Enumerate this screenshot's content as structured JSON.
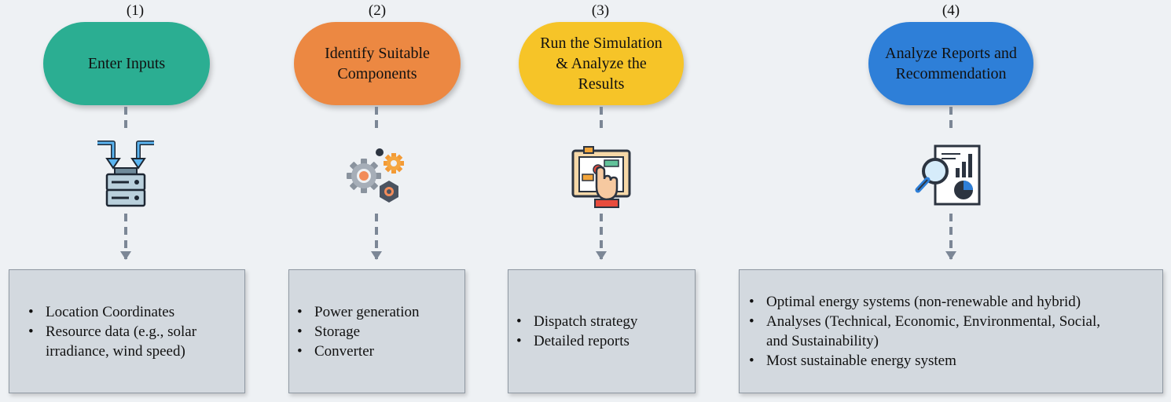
{
  "steps": [
    {
      "number": "(1)",
      "title": "Enter Inputs",
      "color": "#2bae92",
      "icon": "input-server-icon",
      "items": [
        "Location Coordinates",
        "Resource data (e.g., solar irradiance, wind speed)"
      ]
    },
    {
      "number": "(2)",
      "title": "Identify Suitable\nComponents",
      "color": "#ec8842",
      "icon": "gears-icon",
      "items": [
        "Power generation",
        "Storage",
        "Converter"
      ]
    },
    {
      "number": "(3)",
      "title": "Run the Simulation\n& Analyze the\nResults",
      "color": "#f6c428",
      "icon": "touch-screen-icon",
      "items": [
        "Dispatch strategy",
        "Detailed reports"
      ]
    },
    {
      "number": "(4)",
      "title": "Analyze Reports and\nRecommendation",
      "color": "#2e7fd8",
      "icon": "report-magnifier-icon",
      "items": [
        "Optimal energy systems (non-renewable and hybrid)",
        "Analyses (Technical, Economic, Environmental, Social, and Sustainability)",
        "Most sustainable energy system"
      ]
    }
  ]
}
